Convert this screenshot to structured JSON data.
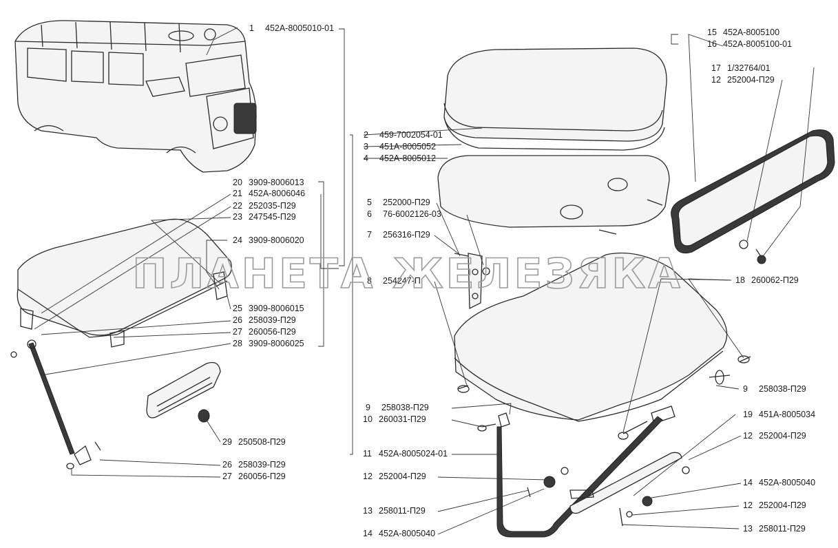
{
  "watermark": "ПЛАНЕТА ЖЕЛЕЗЯКА",
  "callouts": [
    {
      "num": "1",
      "code": "452А-8005010-01"
    },
    {
      "num": "2",
      "code": "459-7002054-01"
    },
    {
      "num": "3",
      "code": "451А-8005052"
    },
    {
      "num": "4",
      "code": "452А-8005012"
    },
    {
      "num": "5",
      "code": "252000-П29"
    },
    {
      "num": "6",
      "code": "76-6002126-03"
    },
    {
      "num": "7",
      "code": "256316-П29"
    },
    {
      "num": "8",
      "code": "254247-П"
    },
    {
      "num": "9",
      "code": "258038-П29"
    },
    {
      "num": "10",
      "code": "260031-П29"
    },
    {
      "num": "11",
      "code": "452А-8005024-01"
    },
    {
      "num": "12",
      "code": "252004-П29"
    },
    {
      "num": "13",
      "code": "258011-П29"
    },
    {
      "num": "14",
      "code": "452А-8005040"
    },
    {
      "num": "15",
      "code": "452А-8005100"
    },
    {
      "num": "16",
      "code": "452А-8005100-01"
    },
    {
      "num": "17",
      "code": "1/32764/01"
    },
    {
      "num": "12",
      "code": "252004-П29"
    },
    {
      "num": "18",
      "code": "260062-П29"
    },
    {
      "num": "9",
      "code": "258038-П29"
    },
    {
      "num": "19",
      "code": "451А-8005034"
    },
    {
      "num": "12",
      "code": "252004-П29"
    },
    {
      "num": "14",
      "code": "452А-8005040"
    },
    {
      "num": "12",
      "code": "252004-П29"
    },
    {
      "num": "13",
      "code": "258011-П29"
    },
    {
      "num": "20",
      "code": "3909-8006013"
    },
    {
      "num": "21",
      "code": "452А-8006046"
    },
    {
      "num": "22",
      "code": "252035-П29"
    },
    {
      "num": "23",
      "code": "247545-П29"
    },
    {
      "num": "24",
      "code": "3909-8006020"
    },
    {
      "num": "25",
      "code": "3909-8006015"
    },
    {
      "num": "26",
      "code": "258039-П29"
    },
    {
      "num": "27",
      "code": "260056-П29"
    },
    {
      "num": "28",
      "code": "3909-8006025"
    },
    {
      "num": "29",
      "code": "250508-П29"
    },
    {
      "num": "26",
      "code": "258039-П29"
    },
    {
      "num": "27",
      "code": "260056-П29"
    }
  ]
}
